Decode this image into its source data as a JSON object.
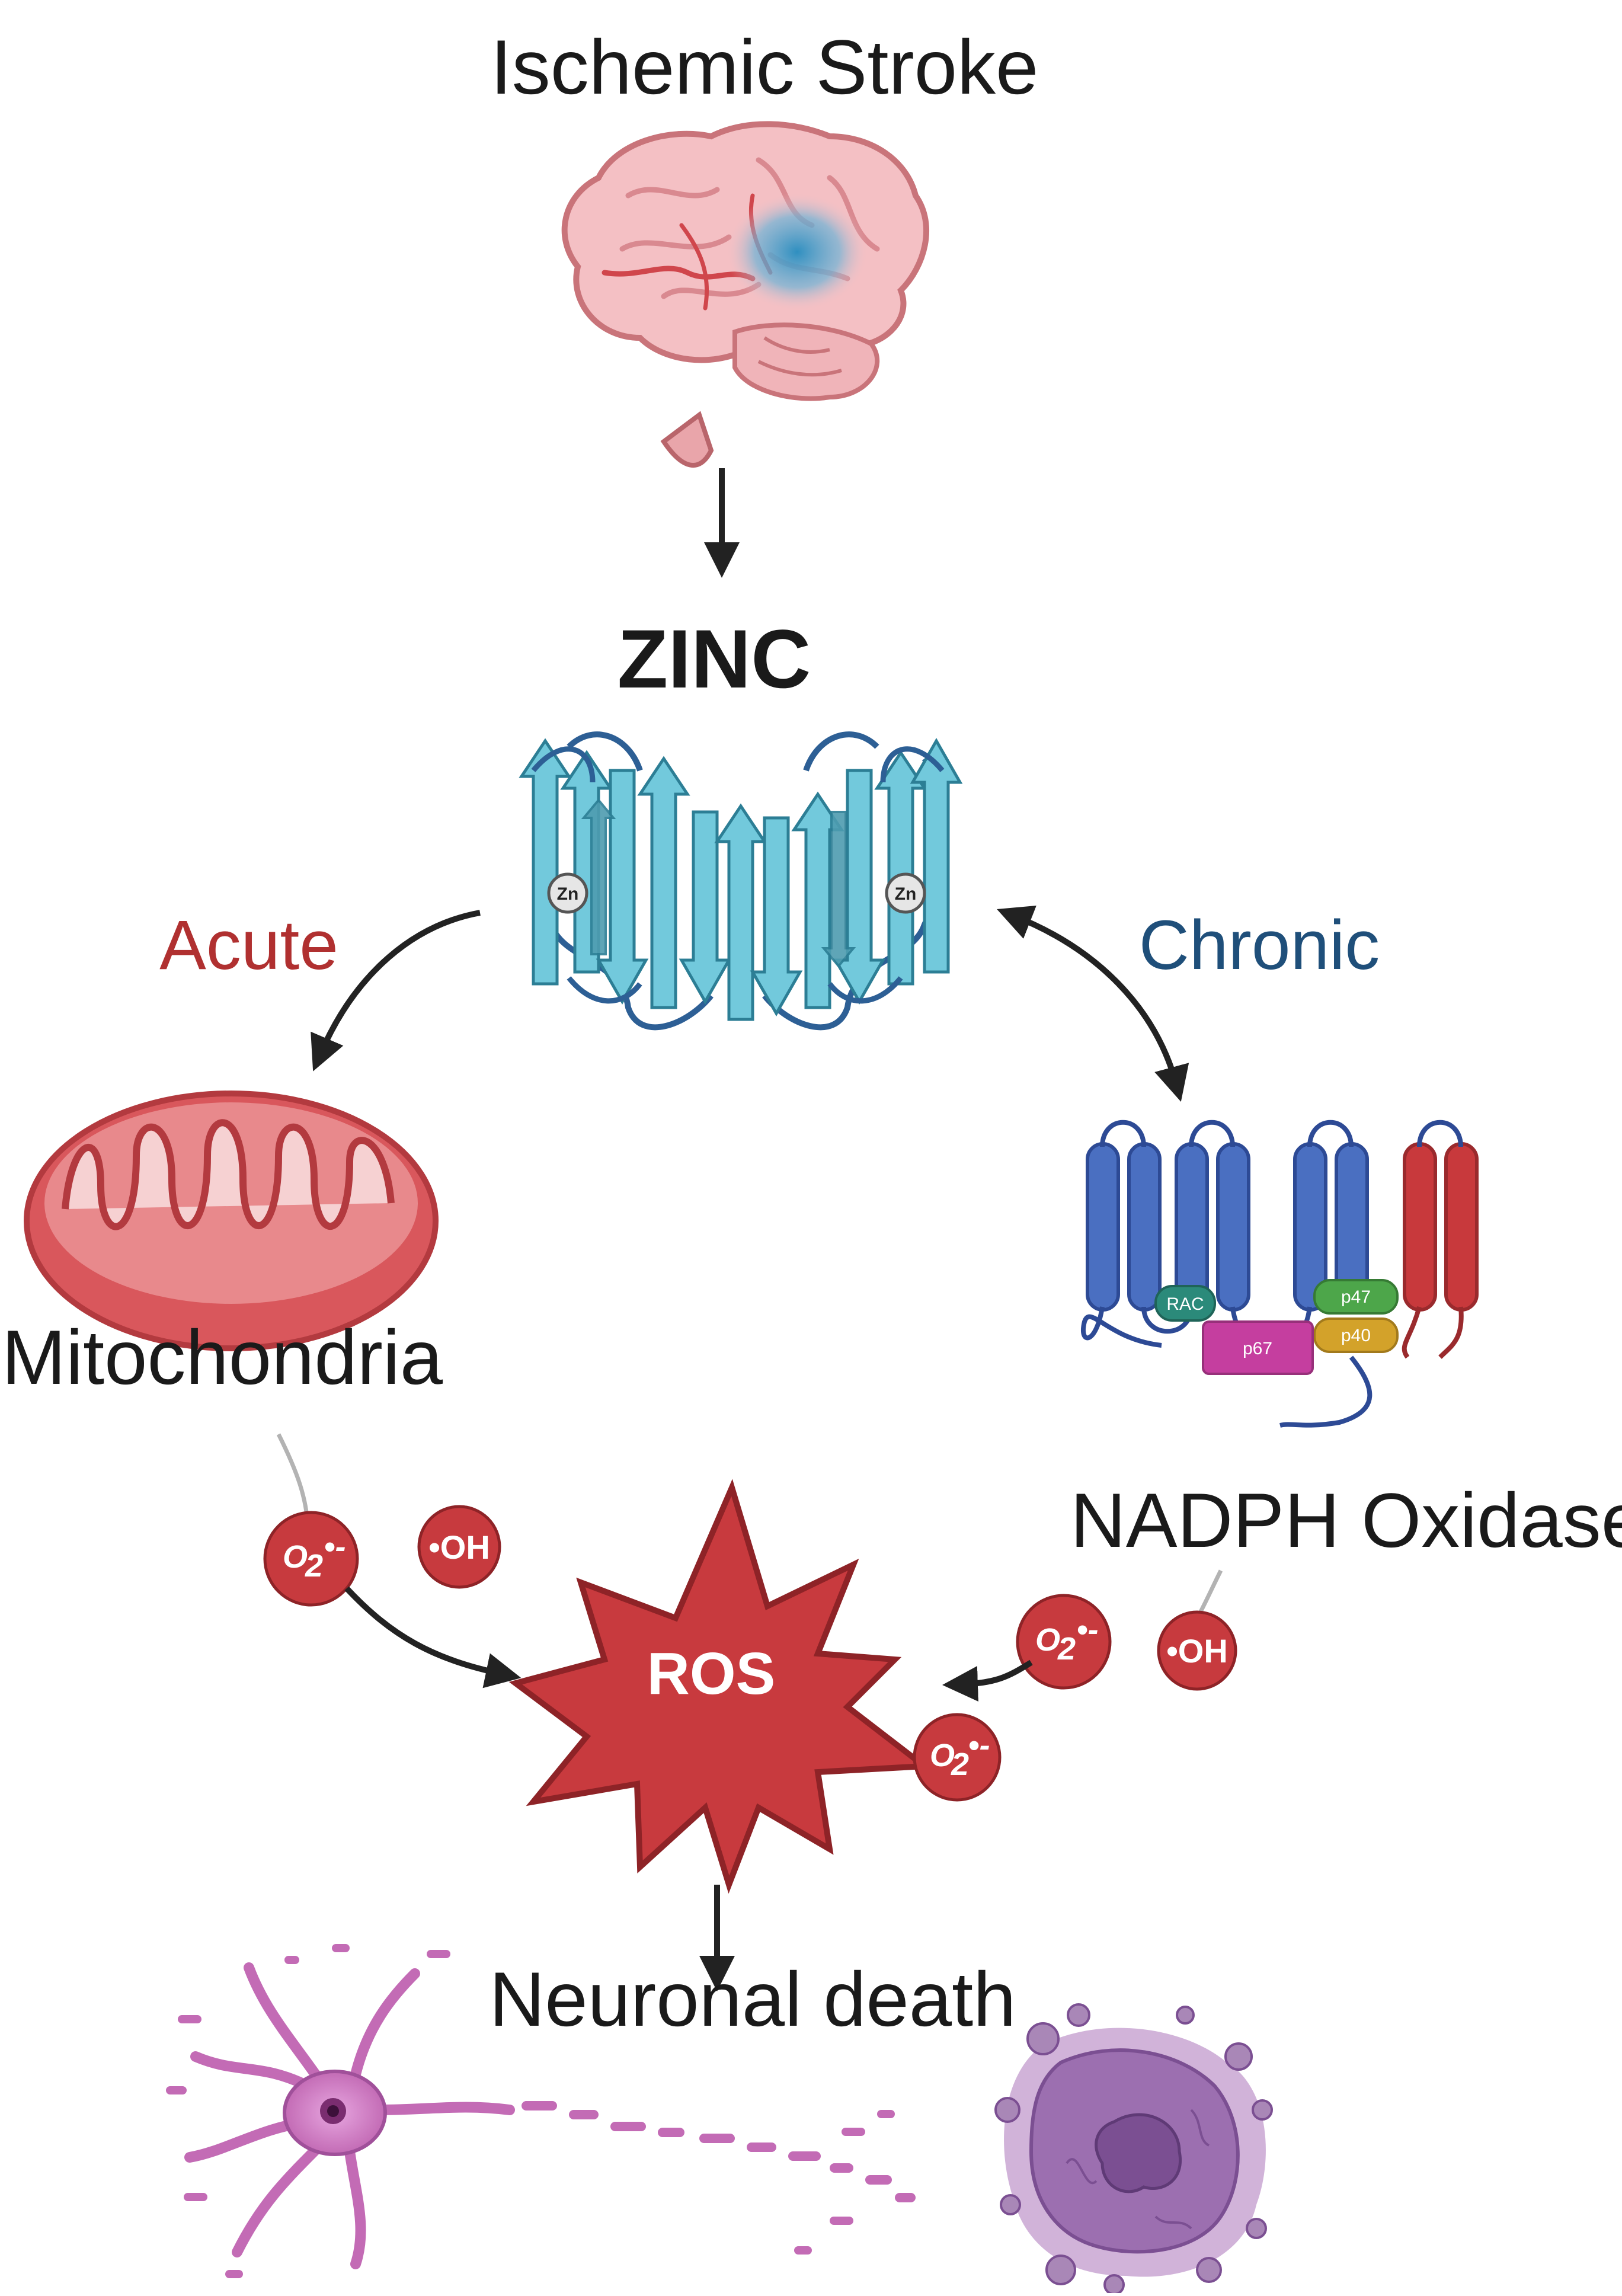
{
  "labels": {
    "ischemic_stroke": "Ischemic Stroke",
    "zinc": "ZINC",
    "acute": "Acute",
    "chronic": "Chronic",
    "mitochondria": "Mitochondria",
    "nadph_oxidase": "NADPH Oxidase",
    "ros": "ROS",
    "neuronal_death": "Neuronal death"
  },
  "molecules": {
    "superoxide": "O",
    "superoxide_sub": "2",
    "superoxide_sup": "•-",
    "hydroxyl": "•OH"
  },
  "protein_labels": {
    "zn": "Zn"
  },
  "nox_subunits": {
    "rac": "RAC",
    "p47": "p47",
    "p40": "p40",
    "p67": "p67"
  },
  "colors": {
    "acute": "#b03030",
    "chronic": "#1f4f7a",
    "ros_fill": "#c83a3e",
    "molecule_fill": "#c73a3e",
    "zinc_protein": "#6bc5d8",
    "nox_blue": "#4a6fc1",
    "nox_red": "#c8393c",
    "neuron": "#c36bb5"
  }
}
